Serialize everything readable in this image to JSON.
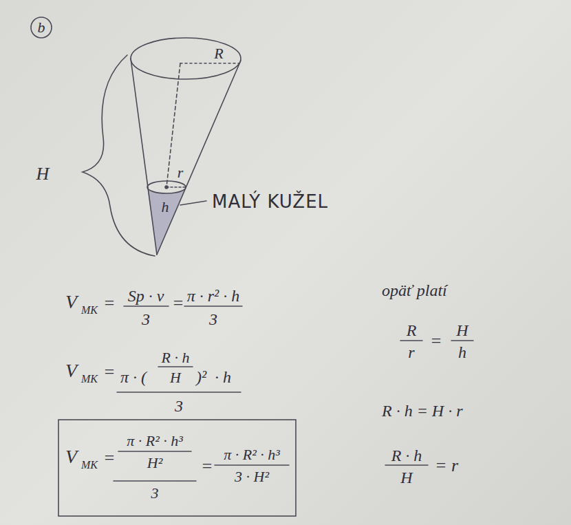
{
  "diagram": {
    "labels": [
      "b",
      "R",
      "H",
      "r",
      "h",
      "MALÝ KUŽEL",
      "V",
      "MK",
      "=",
      "Sp · v",
      "3",
      "=",
      "π · r² · h",
      "3",
      "opäť platí",
      "R",
      "r",
      "=",
      "H",
      "h",
      "V",
      "MK",
      "=",
      "π · (",
      "R · h",
      "H",
      ")²",
      "· h",
      "3",
      "R · h = H · r",
      "V",
      "MK",
      "=",
      "π · R² · h³",
      "H²",
      "3",
      "=",
      "π · R² · h³",
      "3 · H²",
      "R · h",
      "H",
      "= r"
    ]
  }
}
